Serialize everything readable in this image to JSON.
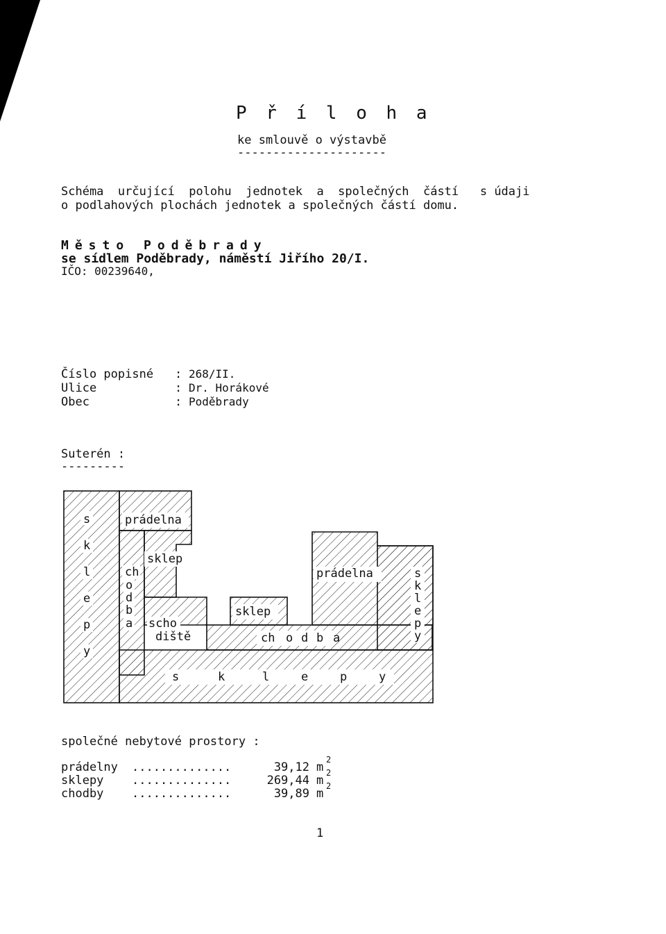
{
  "header": {
    "title": "P ř í l o h a",
    "subtitle": "ke smlouvě o výstavbě",
    "subtitle_underline": "---------------------"
  },
  "intro": {
    "line1": "Schéma  určující  polohu  jednotek  a  společných  částí   s údaji",
    "line2": "o podlahových plochách jednotek a společných částí domu."
  },
  "owner": {
    "city": "Město Poděbrady",
    "seat": "se sídlem Poděbrady, náměstí Jiřího 20/I.",
    "ico": "IČO: 00239640,"
  },
  "building": {
    "rows": [
      {
        "label": "Číslo popisné",
        "colon": ":",
        "value": "268/II."
      },
      {
        "label": "Ulice",
        "colon": ":",
        "value": "Dr. Horákové"
      },
      {
        "label": "Obec",
        "colon": ":",
        "value": "Poděbrady"
      }
    ]
  },
  "floor": {
    "name": "Suterén :",
    "underline": "---------"
  },
  "plan_labels": {
    "s": "s",
    "k": "k",
    "l": "l",
    "e": "e",
    "p": "p",
    "y": "y",
    "pradelna": "prádelna",
    "sklep": "sklep",
    "ch": "ch",
    "o": "o",
    "d": "d",
    "b": "b",
    "a": "a",
    "scho": "scho",
    "diste": "diště"
  },
  "common": {
    "heading": "společné nebytové prostory :",
    "rows": [
      {
        "label": "prádelny",
        "dots": "..............",
        "value": "39,12",
        "unit": "m",
        "sup": "2"
      },
      {
        "label": "sklepy",
        "dots": "..............",
        "value": "269,44",
        "unit": "m",
        "sup": "2"
      },
      {
        "label": "chodby",
        "dots": "..............",
        "value": "39,89",
        "unit": "m",
        "sup": "2"
      }
    ]
  },
  "page_number": "1"
}
